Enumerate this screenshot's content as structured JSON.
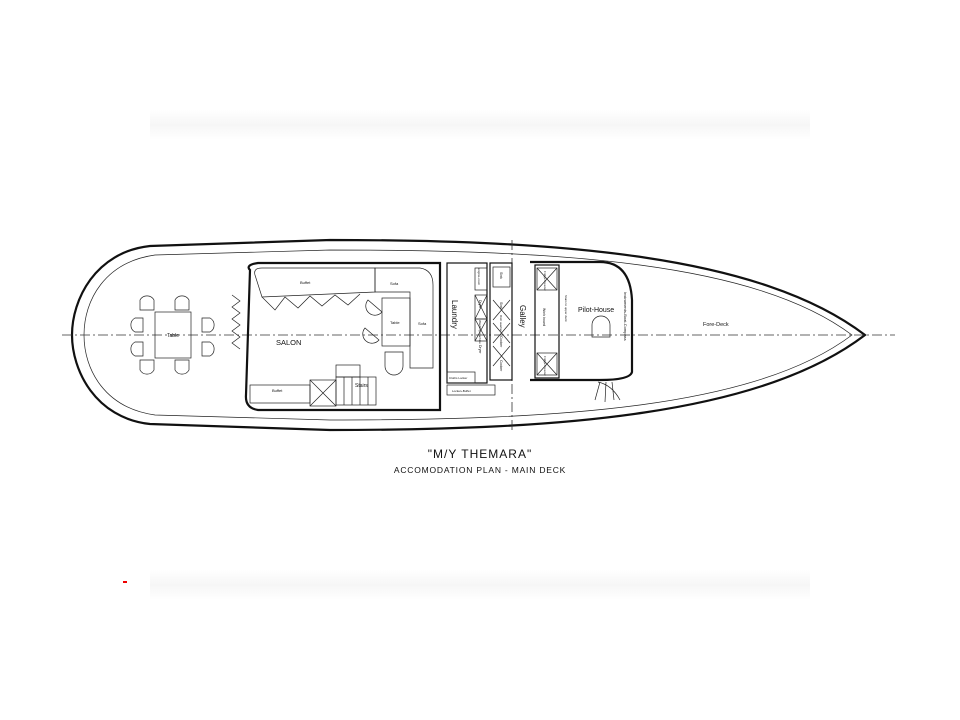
{
  "title": "\"M/Y THEMARA\"",
  "subtitle": "ACCOMODATION PLAN - MAIN DECK",
  "labels": {
    "aft_table": "Table",
    "salon": "SALON",
    "buffet_top": "Buffet",
    "sofa_top": "Sofa",
    "salon_table": "Table",
    "sofa_right": "Sofa",
    "buffet_bottom": "Buffet",
    "stairs": "Stairs",
    "laundry": "Laundry",
    "engine_room": "Engine-room",
    "dryer_top": "Dryer",
    "washing_machine": "Washing machine",
    "dryer": "Dryer",
    "cloths_locker": "Cloths Locker",
    "locker_buffet": "Locker+Buffet",
    "sink": "Sink",
    "sink2": "Sink",
    "dishwasher": "Dish washer",
    "cooker1": "Cooker",
    "cooker2": "Cooker",
    "galley": "Galley",
    "work_board": "Work board",
    "fridge1": "Fridge Freezer",
    "fridge2": "Fridge Freezer",
    "stairs_upper": "Stairs to upper deck",
    "pilot_house": "Pilot-House",
    "instruments": "Instruments-Boat-Compass",
    "fore_deck": "Fore-Deck"
  }
}
